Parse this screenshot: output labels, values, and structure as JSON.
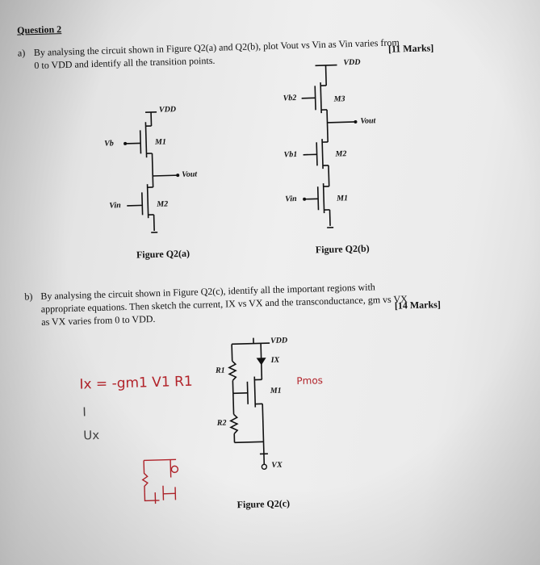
{
  "question_title": "Question 2",
  "part_a": {
    "label": "a)",
    "line1": "By analysing the circuit shown in Figure Q2(a) and Q2(b), plot Vout vs Vin as Vin varies from",
    "line2": "0 to VDD and identify all the transition points.",
    "marks": "[11 Marks]"
  },
  "fig_a": {
    "caption": "Figure Q2(a)",
    "vdd": "VDD",
    "m1": "M1",
    "m2": "M2",
    "vin": "Vin",
    "vout": "Vout",
    "vb": "Vb"
  },
  "fig_b": {
    "caption": "Figure Q2(b)",
    "vdd": "VDD",
    "m3": "M3",
    "m2": "M2",
    "m1": "M1",
    "vb2": "Vb2",
    "vb1": "Vb1",
    "vin": "Vin",
    "vout": "Vout"
  },
  "part_b": {
    "label": "b)",
    "line1": "By analysing the circuit shown in Figure Q2(c), identify all the important regions with",
    "line2": "appropriate equations. Then sketch the current, IX vs VX and the transconductance, gm vs VX",
    "line3": "as VX varies from 0 to VDD.",
    "marks": "[14 Marks]"
  },
  "fig_c": {
    "caption": "Figure Q2(c)",
    "vdd": "VDD",
    "ix": "IX",
    "r1": "R1",
    "r2": "R2",
    "m1": "M1",
    "vx": "VX"
  },
  "handwriting": {
    "eq": "Ix = -gm1 V1 R1",
    "i": "I",
    "ux": "Ux",
    "pmos": "Pmos"
  }
}
